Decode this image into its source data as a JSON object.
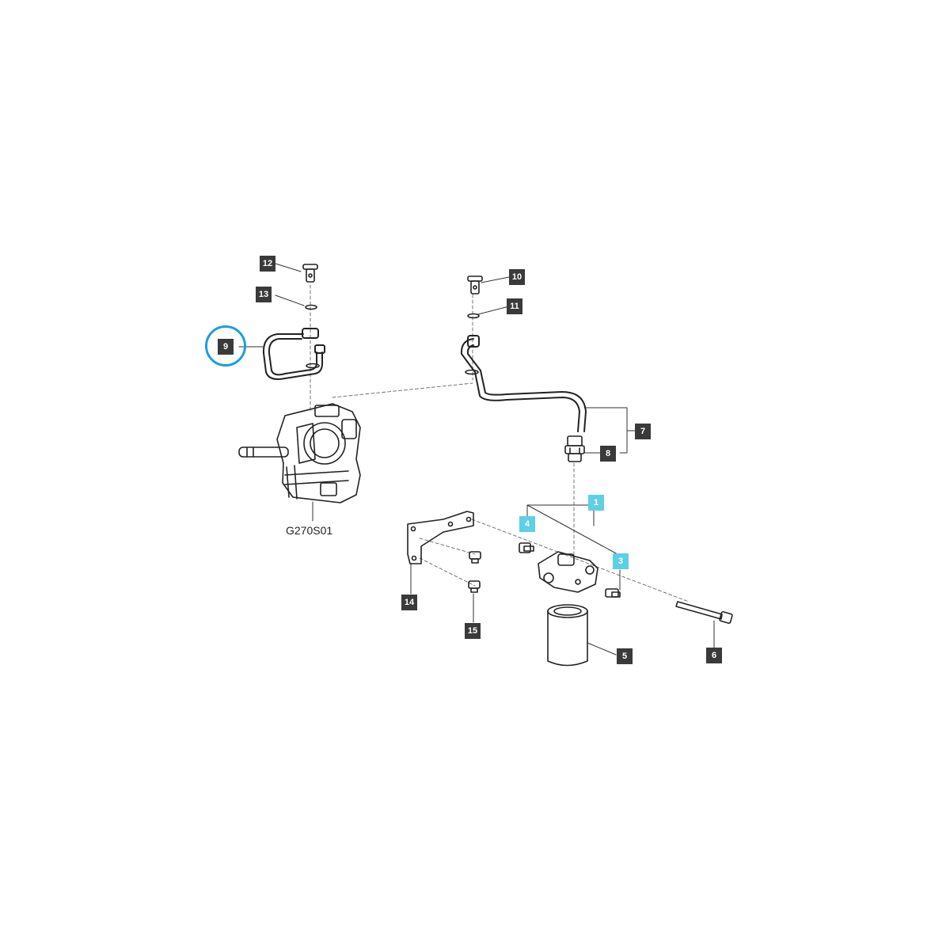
{
  "diagram": {
    "part_code": "G270S01",
    "highlight_color": "#1a9ee0",
    "callout_dark_color": "#3a3a3a",
    "callout_cyan_color": "#5ecfe4",
    "callouts": {
      "c1": "1",
      "c3": "3",
      "c4": "4",
      "c5": "5",
      "c6": "6",
      "c7": "7",
      "c8": "8",
      "c9": "9",
      "c10": "10",
      "c11": "11",
      "c12": "12",
      "c13": "13",
      "c14": "14",
      "c15": "15"
    },
    "highlighted_callout": "9"
  }
}
